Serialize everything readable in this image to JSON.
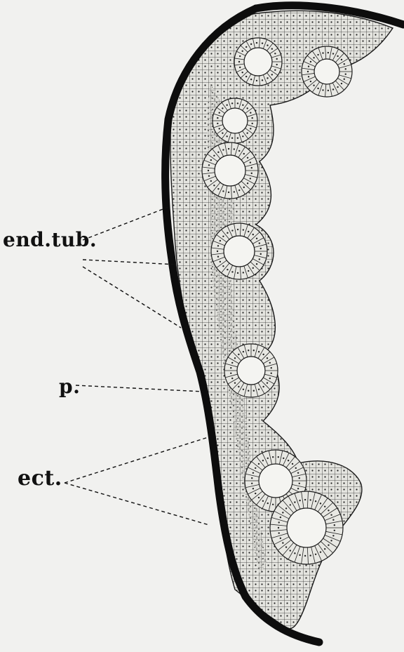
{
  "figure": {
    "labels": {
      "endoderm_tubules": "end.tub.",
      "p": "p.",
      "ectoderm": "ect."
    },
    "colors": {
      "background": "#f1f1ef",
      "ink": "#111111",
      "tissue_fill": "#e2e2de"
    }
  }
}
